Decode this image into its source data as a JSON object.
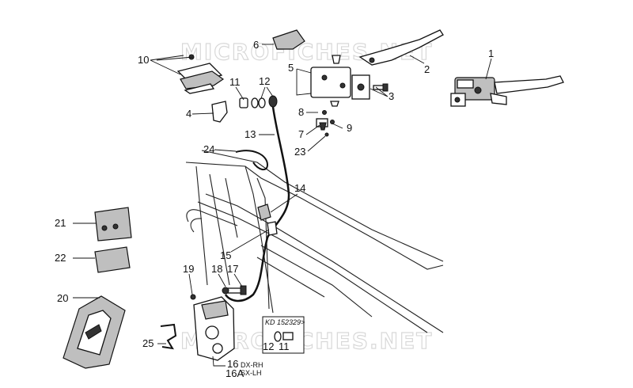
{
  "watermark": "MICROFICHES.NET",
  "callouts": {
    "c1": "1",
    "c2": "2",
    "c3": "3",
    "c4": "4",
    "c5": "5",
    "c6": "6",
    "c7": "7",
    "c8": "8",
    "c9": "9",
    "c10": "10",
    "c11": "11",
    "c12": "12",
    "c13": "13",
    "c14": "14",
    "c15": "15",
    "c16": "16",
    "c16a": "16A",
    "c17": "17",
    "c18": "18",
    "c19": "19",
    "c20": "20",
    "c21": "21",
    "c22": "22",
    "c23": "23",
    "c24": "24",
    "c25": "25"
  },
  "side_labels": {
    "dx": "DX-RH",
    "sx": "SX-LH"
  },
  "inset": {
    "title": "KD 152329>",
    "c12": "12",
    "c11": "11"
  }
}
